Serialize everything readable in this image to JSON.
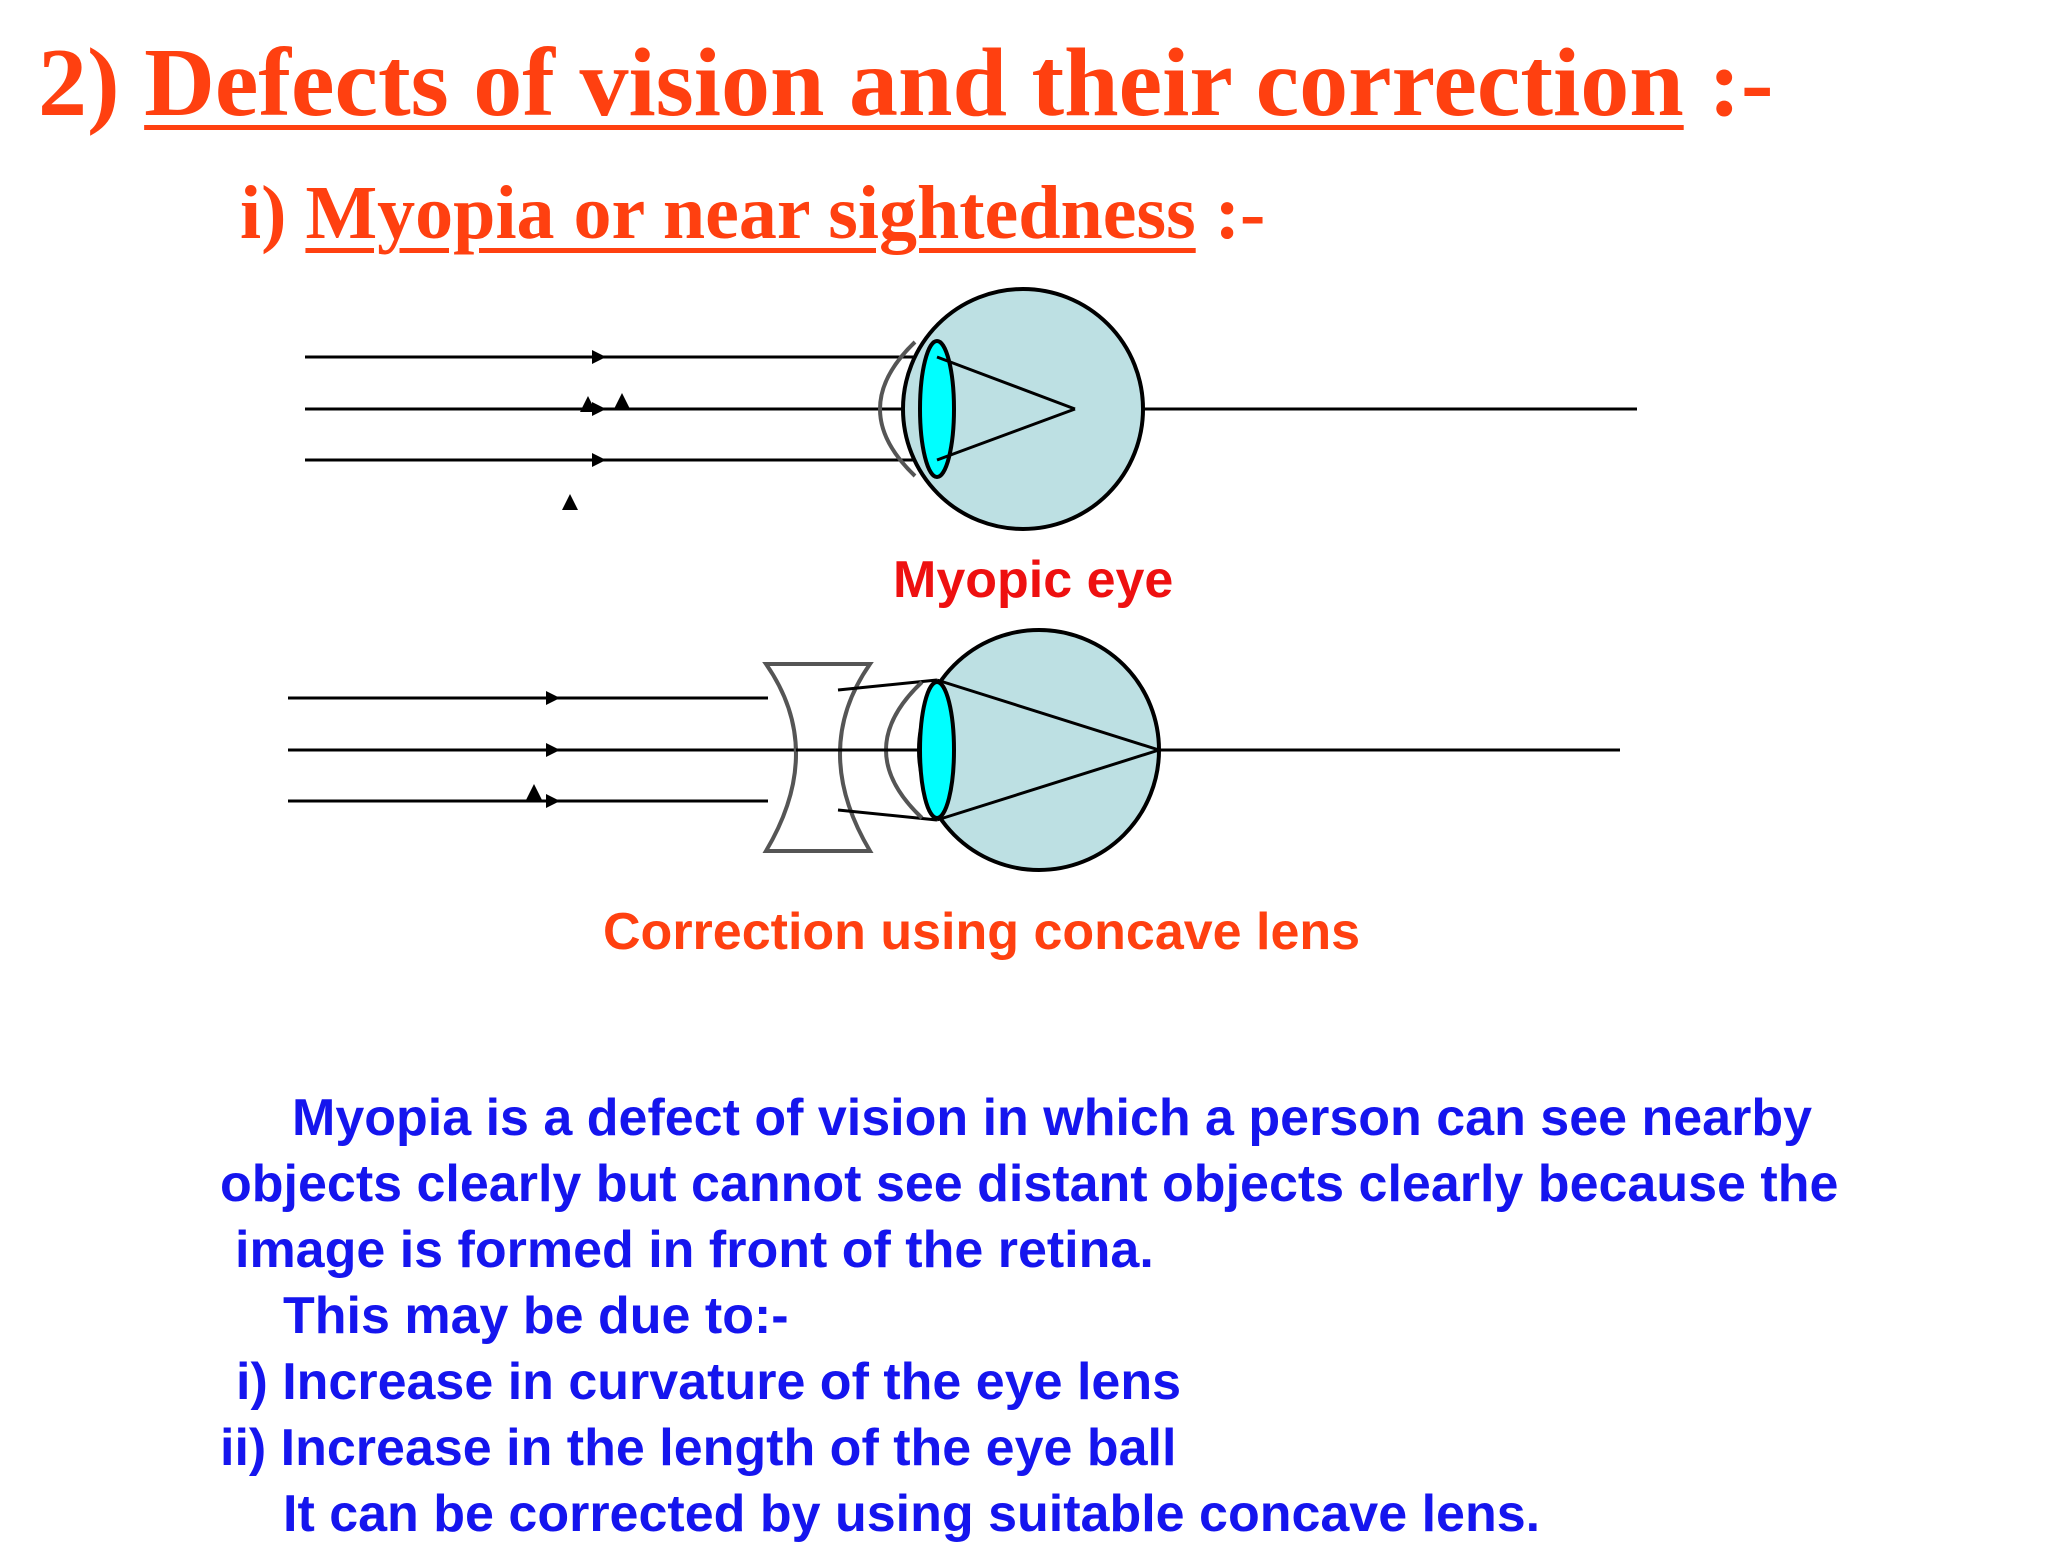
{
  "heading": {
    "number": "2)",
    "title": "Defects of vision and their correction",
    "suffix": ":-"
  },
  "subheading": {
    "number": "i)",
    "title": "Myopia or near sightedness",
    "suffix": ":-"
  },
  "captions": {
    "myopic_eye": "Myopic eye",
    "correction": "Correction using concave lens"
  },
  "description": {
    "lines": [
      "Myopia is a defect of vision in which a person can see nearby",
      "objects clearly but cannot see distant objects clearly because the",
      "image is formed in front of the retina.",
      "This may be due to:-",
      "i) Increase in curvature of the eye lens",
      "ii) Increase in the length of the eye ball",
      "It can be corrected by using suitable concave lens."
    ]
  },
  "colors": {
    "heading": "#ff4010",
    "myopic_caption": "#ee1010",
    "description": "#1515ee",
    "eyeball": "#bde0e3",
    "lens": "#00ffff"
  }
}
